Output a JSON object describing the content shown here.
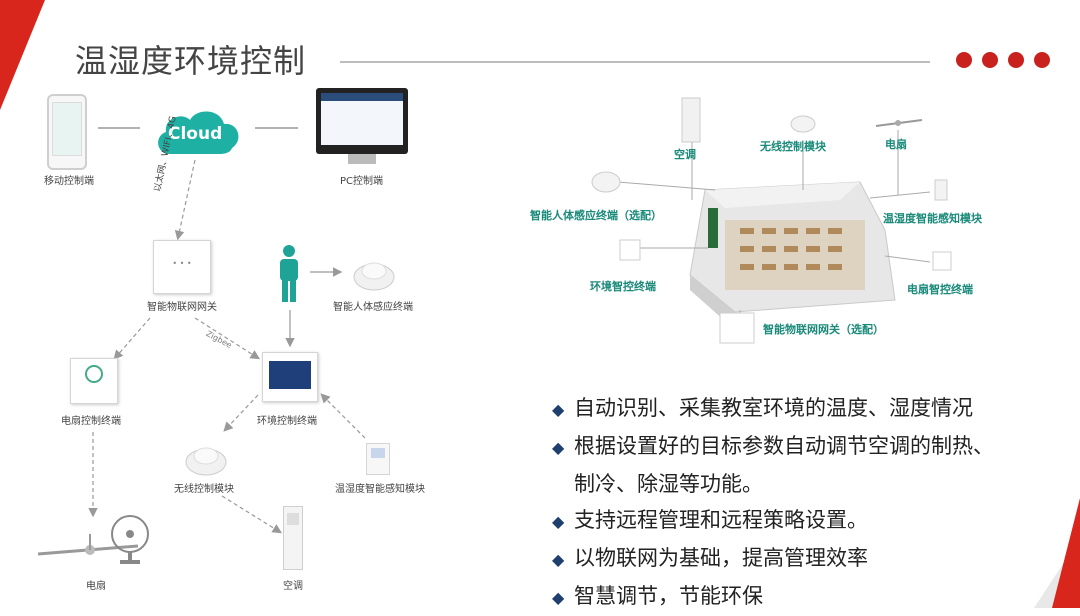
{
  "page": {
    "title": "温湿度环境控制"
  },
  "left_diagram": {
    "mobile_label": "移动控制端",
    "cloud_label": "Cloud",
    "pc_label": "PC控制端",
    "network_label": "以太网、WIFI、4G",
    "gateway_label": "智能物联网网关",
    "zigbee_label": "Zigbee",
    "human_sensor_label": "智能人体感应终端",
    "fan_control_label": "电扇控制终端",
    "env_control_label": "环境控制终端",
    "wireless_module_label": "无线控制模块",
    "temp_humidity_label": "温湿度智能感知模块",
    "fan_label": "电扇",
    "ac_label": "空调"
  },
  "right_diagram": {
    "ac_label": "空调",
    "wireless_module_label": "无线控制模块",
    "fan_label": "电扇",
    "human_sensor_label": "智能人体感应终端（选配）",
    "temp_humidity_label": "温湿度智能感知模块",
    "env_control_label": "环境智控终端",
    "fan_control_label": "电扇智控终端",
    "gateway_label": "智能物联网网关（选配）"
  },
  "bullets": [
    "自动识别、采集教室环境的温度、湿度情况",
    "根据设置好的目标参数自动调节空调的制热、",
    "制冷、除湿等功能。",
    "支持远程管理和远程策略设置。",
    "以物联网为基础，提高管理效率",
    "智慧调节，节能环保"
  ],
  "colors": {
    "accent_red": "#c9211e",
    "teal": "#1a8a7a",
    "bullet_mark": "#1f3f6e"
  }
}
